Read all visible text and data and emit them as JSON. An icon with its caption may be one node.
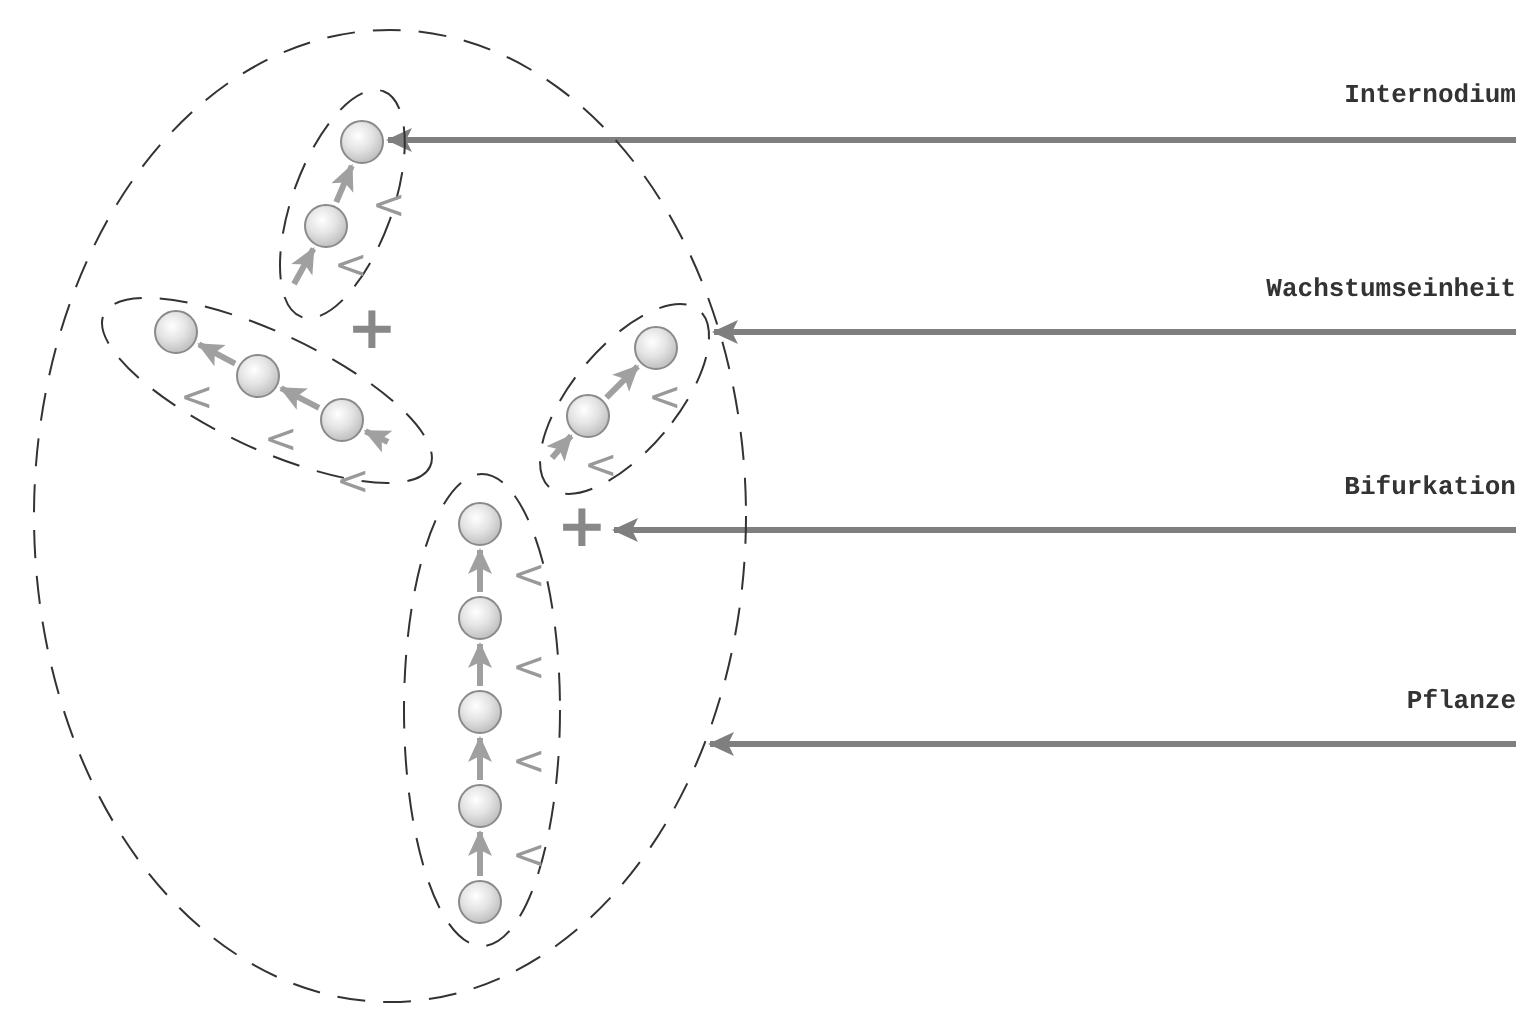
{
  "diagram": {
    "nodes": [
      {
        "text": [
          "Internodium"
        ]
      },
      {
        "text": [
          "Wachstumseinheit"
        ]
      },
      {
        "text": [
          "Bifurkation"
        ]
      },
      {
        "text": [
          "Pflanze"
        ]
      },
      {
        "text": [],
        "shape": "ellipse"
      },
      {
        "text": [],
        "shape": "ellipse",
        "in": 4
      },
      {
        "text": [],
        "shape": "circle",
        "in": 5
      },
      {
        "text": [],
        "shape": "circle",
        "in": 5
      },
      {
        "text": [
          "+"
        ],
        "in": 4
      },
      {
        "text": [],
        "shape": "ellipse",
        "in": 4
      },
      {
        "text": [],
        "shape": "circle",
        "in": 9
      },
      {
        "text": [],
        "shape": "circle",
        "in": 9
      },
      {
        "text": [],
        "shape": "circle",
        "in": 9
      },
      {
        "text": [],
        "shape": "ellipse",
        "in": 4
      },
      {
        "text": [],
        "shape": "circle",
        "in": 13
      },
      {
        "text": [],
        "shape": "circle",
        "in": 13
      },
      {
        "text": [
          "+"
        ],
        "in": 4
      },
      {
        "text": [],
        "shape": "ellipse",
        "in": 4
      },
      {
        "text": [],
        "shape": "circle",
        "in": 17
      },
      {
        "text": [],
        "shape": "circle",
        "in": 17
      },
      {
        "text": [],
        "shape": "circle",
        "in": 17
      },
      {
        "text": [],
        "shape": "circle",
        "in": 17
      },
      {
        "text": [],
        "shape": "circle",
        "in": 17
      }
    ],
    "edges": [
      {
        "from": 0,
        "to": 6,
        "arrow": "to"
      },
      {
        "from": 1,
        "to": 13,
        "arrow": "to"
      },
      {
        "from": 2,
        "to": 16,
        "arrow": "to"
      },
      {
        "from": 3,
        "to": 4,
        "arrow": "to"
      },
      {
        "from": null,
        "to": 7,
        "arrow": "to",
        "color": "#a0a0a0"
      },
      {
        "from": 7,
        "to": 6,
        "arrow": "to",
        "color": "#a0a0a0"
      },
      {
        "from": 11,
        "to": 10,
        "arrow": "to",
        "color": "#a0a0a0"
      },
      {
        "from": 12,
        "to": 11,
        "arrow": "to",
        "color": "#a0a0a0"
      },
      {
        "from": null,
        "to": 12,
        "arrow": "to",
        "color": "#a0a0a0"
      },
      {
        "from": null,
        "to": 15,
        "arrow": "to",
        "color": "#a0a0a0"
      },
      {
        "from": 15,
        "to": 14,
        "arrow": "to",
        "color": "#a0a0a0"
      },
      {
        "from": 19,
        "to": 18,
        "arrow": "to",
        "color": "#a0a0a0"
      },
      {
        "from": 20,
        "to": 19,
        "arrow": "to",
        "color": "#a0a0a0"
      },
      {
        "from": 21,
        "to": 20,
        "arrow": "to",
        "color": "#a0a0a0"
      },
      {
        "from": 22,
        "to": 21,
        "arrow": "to",
        "color": "#a0a0a0"
      }
    ],
    "labels": [
      "<",
      "<",
      "<",
      "<",
      "<",
      "<",
      "<",
      "<",
      "<",
      "<",
      "<"
    ]
  }
}
